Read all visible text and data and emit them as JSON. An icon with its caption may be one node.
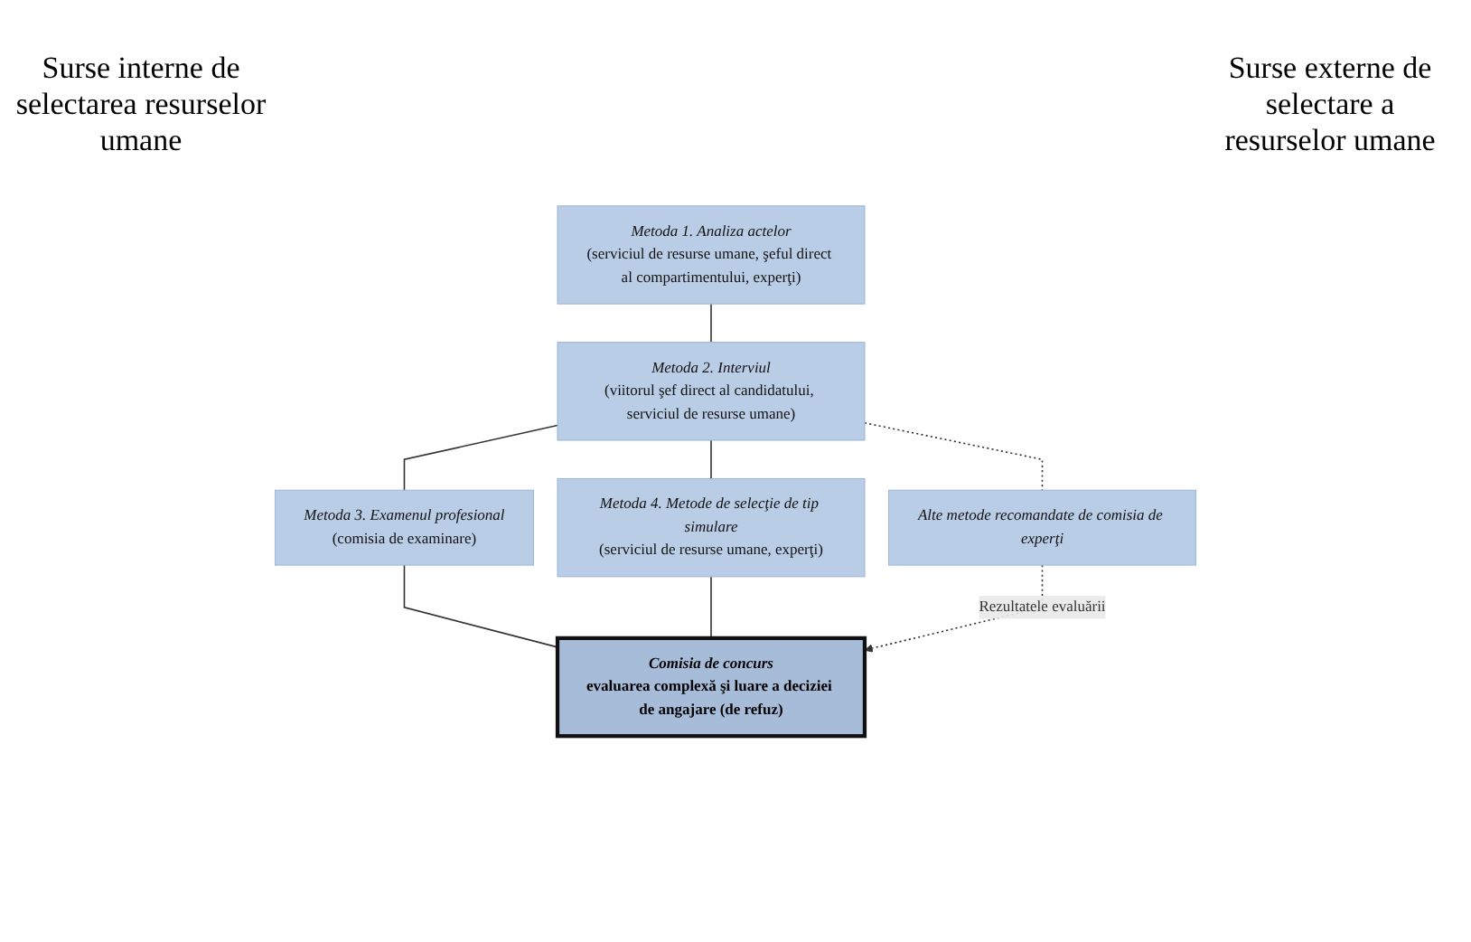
{
  "diagram": {
    "nodes": [
      {
        "text": [
          "Metoda 1. Analiza actelor",
          "(serviciul de resurse umane, şeful direct al compartimentului, experţi)"
        ]
      },
      {
        "text": [
          "Metoda 2. Interviul",
          "(viitorul şef direct al candidatului, serviciul de resurse umane)"
        ]
      },
      {
        "text": [
          "Metoda 3. Examenul profesional",
          "(comisia de examinare)"
        ]
      },
      {
        "text": [
          "Metoda 4. Metode de selecţie de tip simulare",
          "(serviciul de resurse umane, experţi)"
        ]
      },
      {
        "text": [
          "Alte metode recomandate de comisia de experţi"
        ]
      },
      {
        "text": [
          "Comisia de concurs",
          "evaluarea complexă şi luare a deciziei de angajare (de refuz)"
        ]
      }
    ],
    "edges": [
      {
        "from": 0,
        "to": 1,
        "arrow": "none"
      },
      {
        "from": 1,
        "to": 2,
        "arrow": "none"
      },
      {
        "from": 1,
        "to": 3,
        "arrow": "none"
      },
      {
        "from": 1,
        "to": 4,
        "arrow": "none",
        "style": "dashed"
      },
      {
        "from": 2,
        "to": 5,
        "arrow": "none"
      },
      {
        "from": 3,
        "to": 5,
        "arrow": "none"
      },
      {
        "from": 4,
        "to": 5,
        "arrow": "to",
        "style": "dashed",
        "label": "Rezultatele evaluării"
      }
    ],
    "labels": [
      "Surse interne de selectarea resurselor umane",
      "Surse externe de selectare a resurselor umane"
    ]
  }
}
